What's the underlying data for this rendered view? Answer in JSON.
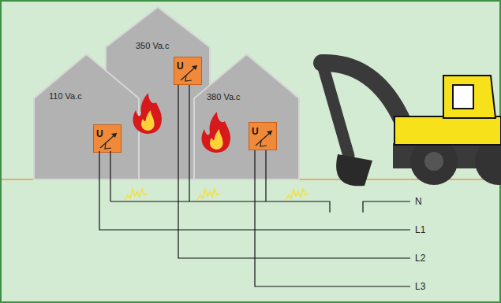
{
  "diagram": {
    "nodes": [
      {
        "text": [
          "110 Va.c"
        ]
      },
      {
        "text": [
          "350 Va.c"
        ]
      },
      {
        "text": [
          "380 Va.c"
        ]
      },
      {
        "text": [
          "U"
        ],
        "in": 0
      },
      {
        "text": [
          "U"
        ],
        "in": 1
      },
      {
        "text": [
          "U"
        ],
        "in": 2
      }
    ],
    "labels": [
      "N",
      "L1",
      "L2",
      "L3"
    ]
  }
}
